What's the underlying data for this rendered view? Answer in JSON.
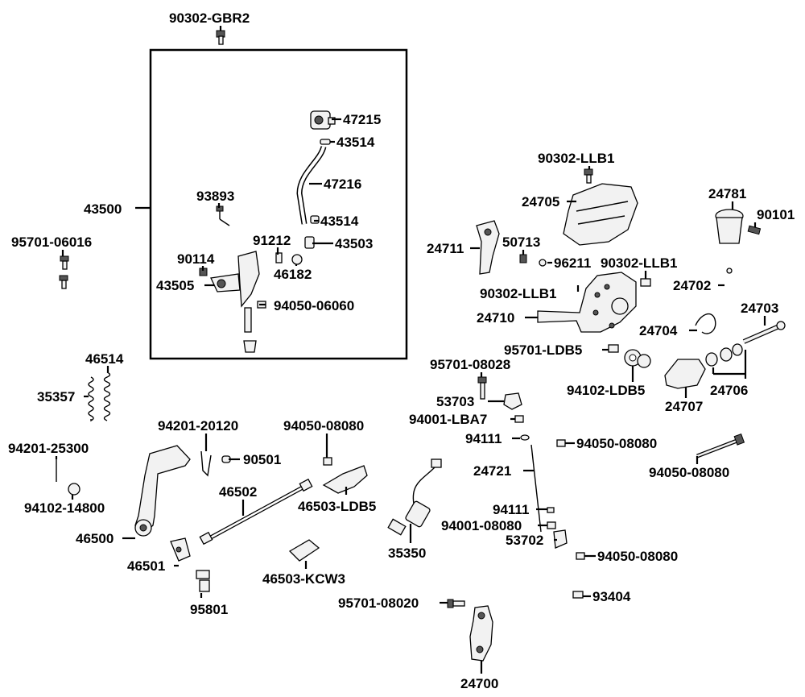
{
  "labels": {
    "p90302_gbr2": "90302-GBR2",
    "p43500": "43500",
    "p47215": "47215",
    "p43514_a": "43514",
    "p47216": "47216",
    "p43514_b": "43514",
    "p43503": "43503",
    "p93893": "93893",
    "p91212": "91212",
    "p90114": "90114",
    "p46182": "46182",
    "p43505": "43505",
    "p94050_06060": "94050-06060",
    "p95701_06016": "95701-06016",
    "p46514": "46514",
    "p35357": "35357",
    "p94201_25300": "94201-25300",
    "p94102_14800": "94102-14800",
    "p46500": "46500",
    "p94201_20120": "94201-20120",
    "p90501": "90501",
    "p46502": "46502",
    "p46501": "46501",
    "p95801": "95801",
    "p94050_08080_a": "94050-08080",
    "p46503_ldb5": "46503-LDB5",
    "p46503_kcw3": "46503-KCW3",
    "p35350": "35350",
    "p90302_llb1_a": "90302-LLB1",
    "p24705": "24705",
    "p24781": "24781",
    "p90101": "90101",
    "p24711": "24711",
    "p50713": "50713",
    "p96211": "96211",
    "p90302_llb1_b": "90302-LLB1",
    "p90302_llb1_c": "90302-LLB1",
    "p24702": "24702",
    "p24710": "24710",
    "p24703": "24703",
    "p24704": "24704",
    "p95701_ldb5": "95701-LDB5",
    "p95701_08028": "95701-08028",
    "p94102_ldb5": "94102-LDB5",
    "p24706": "24706",
    "p53703": "53703",
    "p24707": "24707",
    "p94001_lba7": "94001-LBA7",
    "p94111_a": "94111",
    "p94050_08080_b": "94050-08080",
    "p94050_08080_c": "94050-08080",
    "p24721": "24721",
    "p94111_b": "94111",
    "p94001_08080": "94001-08080",
    "p53702": "53702",
    "p94050_08080_d": "94050-08080",
    "p93404": "93404",
    "p95701_08020": "95701-08020",
    "p24700": "24700"
  },
  "icons": [
    "bolt-icon",
    "spring-icon",
    "washer-icon",
    "cable-icon",
    "pedal-icon",
    "switch-icon",
    "cover-icon",
    "bracket-icon",
    "shaft-icon",
    "lever-icon"
  ],
  "colors": {
    "ink": "#000000",
    "part_fill": "#f2f2f2",
    "background": "#ffffff"
  }
}
